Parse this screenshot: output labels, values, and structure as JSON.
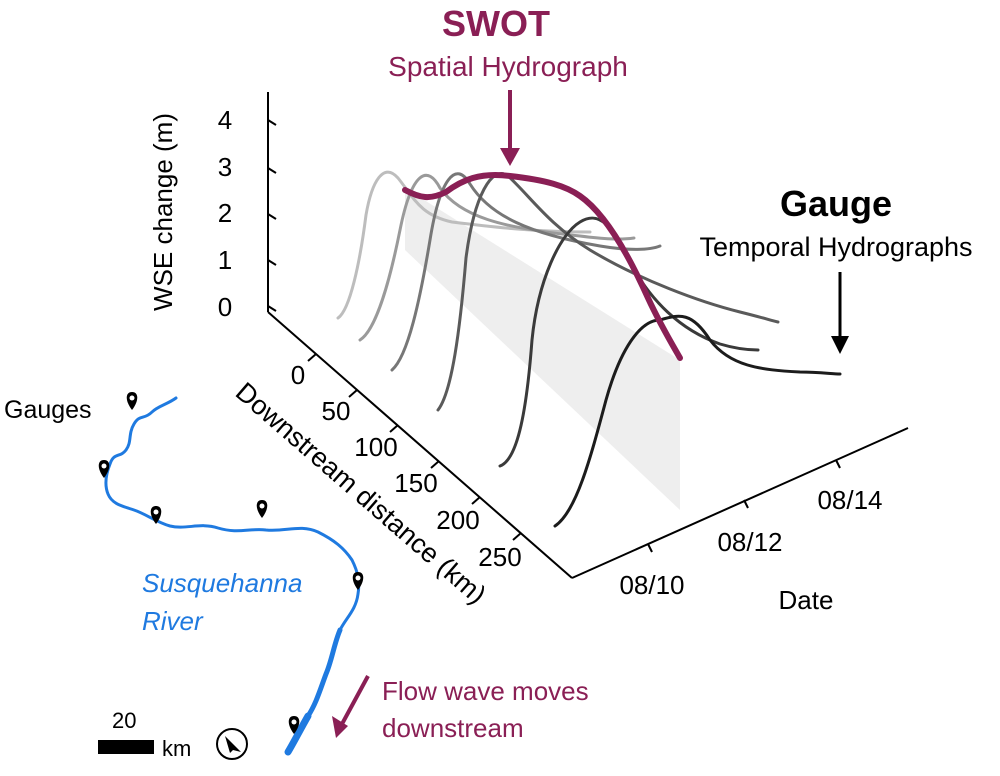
{
  "swot": {
    "title": "SWOT",
    "subtitle": "Spatial Hydrograph",
    "color": "#8a1f55"
  },
  "gauge": {
    "title": "Gauge",
    "subtitle": "Temporal Hydrographs"
  },
  "axes": {
    "z_label": "WSE change (m)",
    "z_ticks": [
      "0",
      "1",
      "2",
      "3",
      "4"
    ],
    "distance_label": "Downstream distance (km)",
    "distance_ticks": [
      "0",
      "50",
      "100",
      "150",
      "200",
      "250"
    ],
    "date_label": "Date",
    "date_ticks": [
      "08/10",
      "08/12",
      "08/14"
    ]
  },
  "map": {
    "gauges_label": "Gauges",
    "river_name_line1": "Susquehanna",
    "river_name_line2": "River",
    "river_color": "#1f7ae0",
    "flow_line1": "Flow wave moves",
    "flow_line2": "downstream",
    "scale_value": "20",
    "scale_unit": "km",
    "compass_icon": "north-arrow-icon"
  }
}
